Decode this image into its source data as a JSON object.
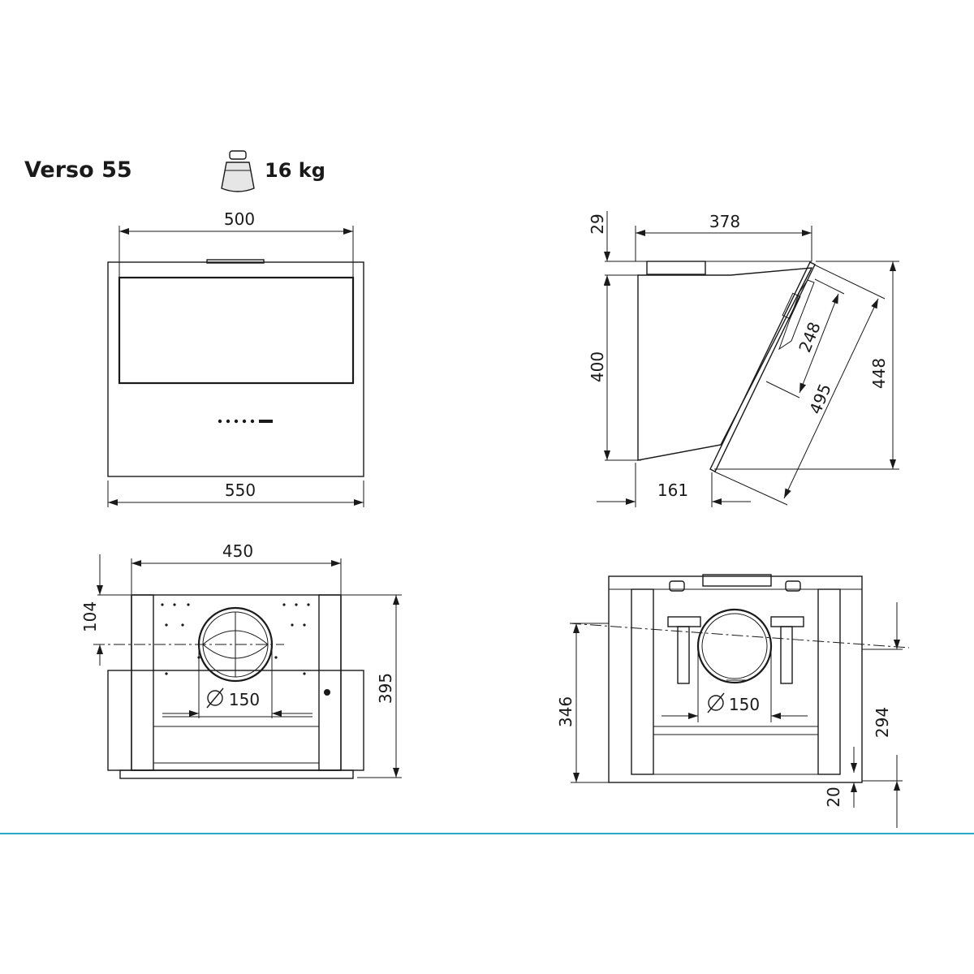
{
  "header": {
    "model": "Verso 55",
    "weight": "16  kg",
    "weight_icon": "weight-icon"
  },
  "dimensions": {
    "front_top_width": "500",
    "front_bottom_width": "550",
    "side_top_offset": "29",
    "side_depth": "378",
    "side_height": "400",
    "side_glass_inner": "248",
    "side_glass_length": "495",
    "side_total_height": "448",
    "side_bottom_depth": "161",
    "back_frame_width": "450",
    "back_duct_offset": "104",
    "back_duct_diameter": "150",
    "back_total_height": "395",
    "rear_duct_height": "346",
    "rear_duct_diameter": "150",
    "rear_height": "294",
    "rear_bottom_offset": "20"
  },
  "colors": {
    "line": "#1a1a1a",
    "divider": "#2aa6c8"
  }
}
